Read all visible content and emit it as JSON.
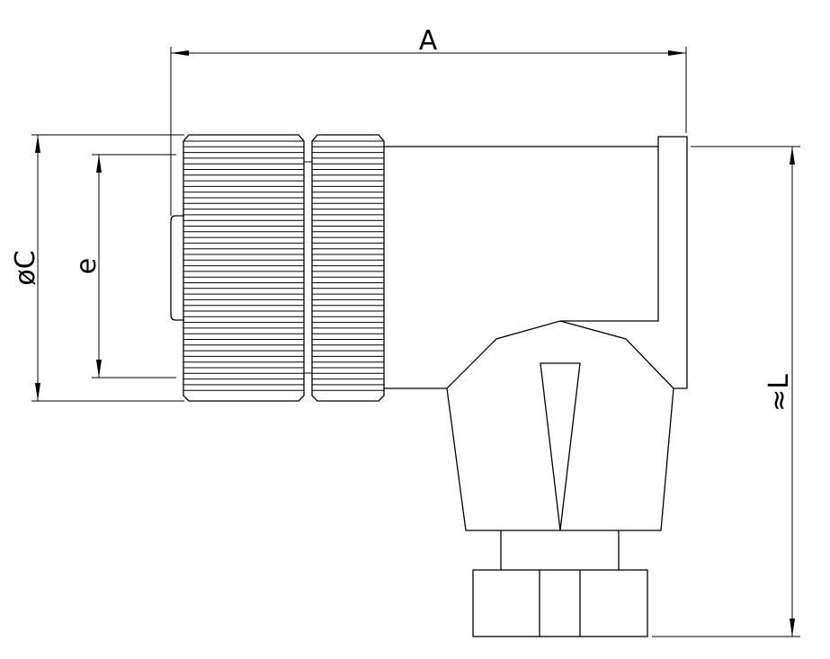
{
  "diagram": {
    "dimension_labels": {
      "width_label": "A",
      "diameter_label": "øC",
      "inner_label": "e",
      "height_label": "≈L"
    }
  }
}
